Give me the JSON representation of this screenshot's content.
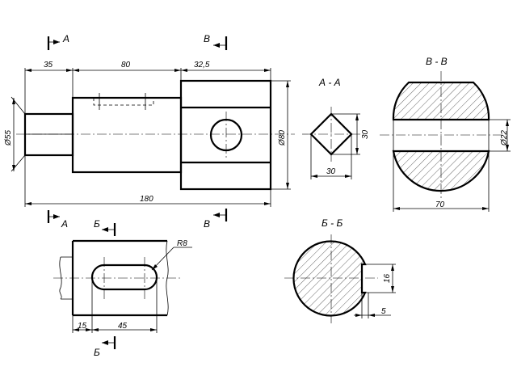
{
  "sections": {
    "a_label": "А",
    "v_label": "В",
    "b_label": "Б",
    "aa_title": "А - А",
    "vv_title": "В - В",
    "bb_title": "Б - Б"
  },
  "dimensions": {
    "d35": "35",
    "d80": "80",
    "d32_5": "32,5",
    "d180": "180",
    "dia55": "Ø55",
    "dia80": "Ø80",
    "aa_30_v": "30",
    "aa_30_h": "30",
    "vv_dia22": "Ø22",
    "vv_70": "70",
    "r8": "R8",
    "d15": "15",
    "d45": "45",
    "bb_16": "16",
    "bb_5": "5"
  }
}
